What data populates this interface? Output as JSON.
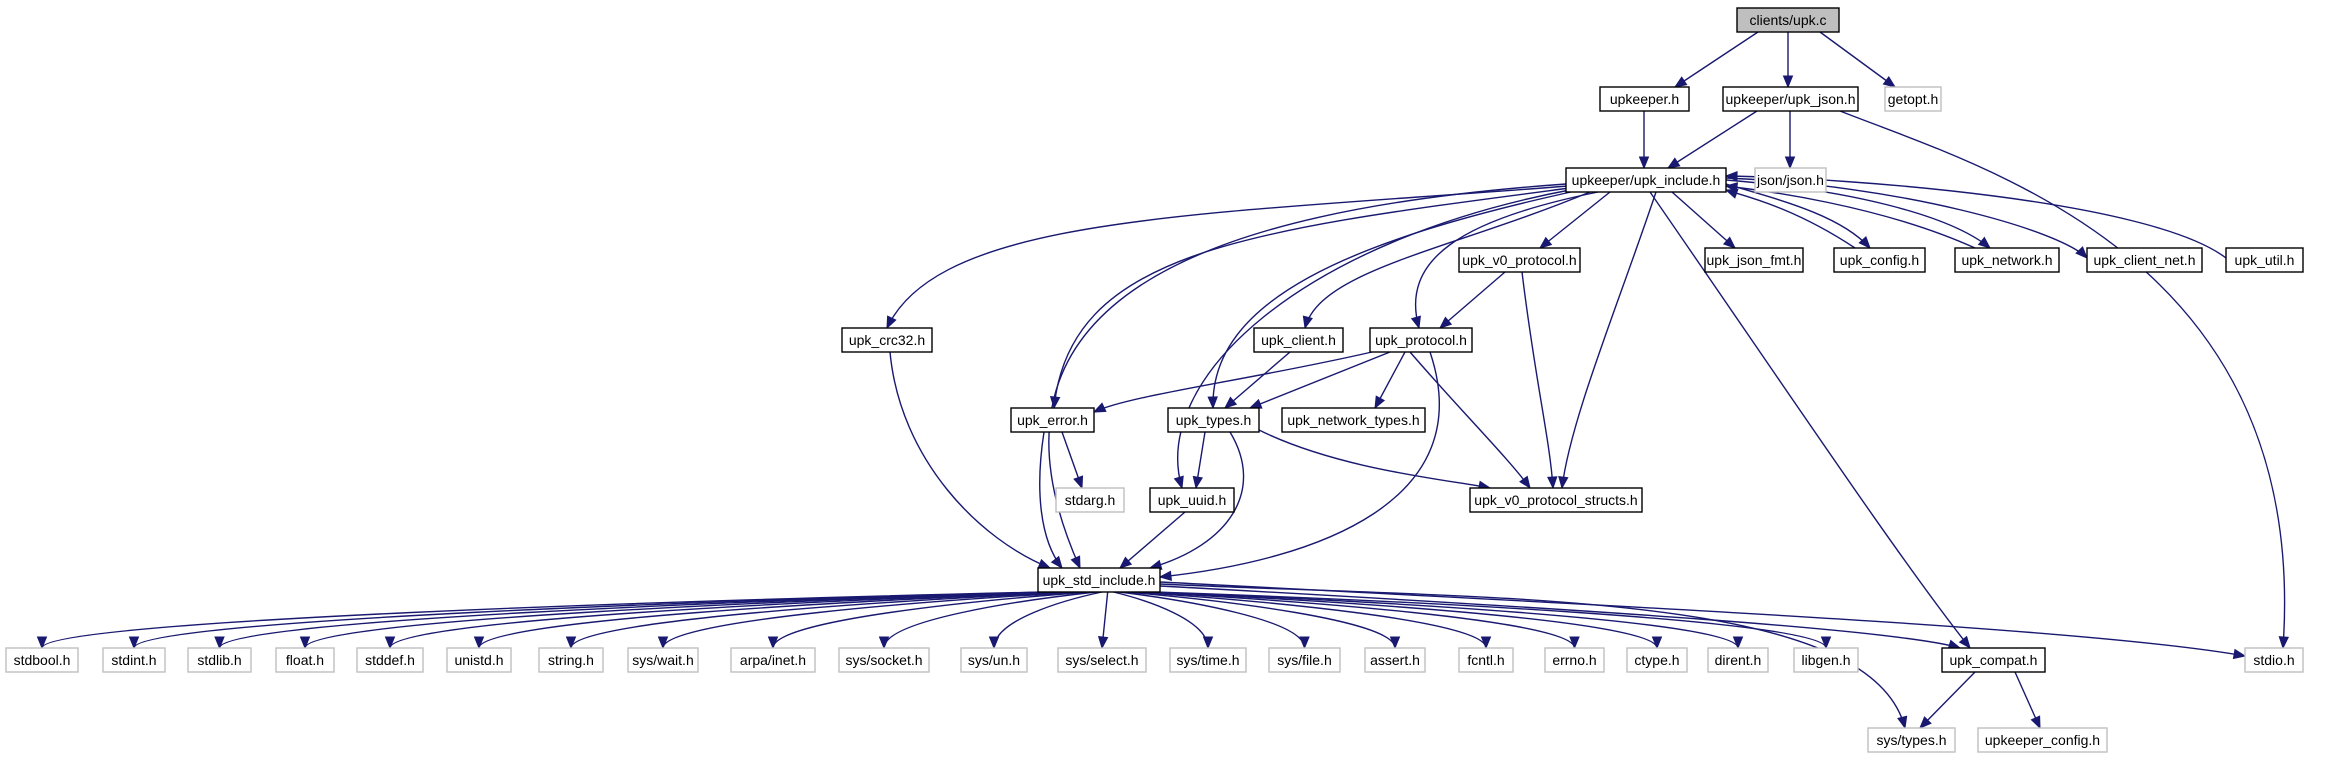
{
  "colors": {
    "edge": "#191970",
    "box_border_documented": "#000000",
    "box_border_external": "#bfbfbf",
    "root_fill": "#bfbfbf",
    "box_fill": "#ffffff",
    "text": "#000000"
  },
  "nodes": [
    {
      "id": "root",
      "label": "clients/upk.c",
      "kind": "root"
    },
    {
      "id": "upkeeper",
      "label": "upkeeper.h",
      "kind": "documented"
    },
    {
      "id": "upkjson",
      "label": "upkeeper/upk_json.h",
      "kind": "documented"
    },
    {
      "id": "getopt",
      "label": "getopt.h",
      "kind": "external"
    },
    {
      "id": "include",
      "label": "upkeeper/upk_include.h",
      "kind": "documented"
    },
    {
      "id": "jsonjson",
      "label": "json/json.h",
      "kind": "external"
    },
    {
      "id": "v0proto",
      "label": "upk_v0_protocol.h",
      "kind": "documented"
    },
    {
      "id": "jsonfmt",
      "label": "upk_json_fmt.h",
      "kind": "documented"
    },
    {
      "id": "config",
      "label": "upk_config.h",
      "kind": "documented"
    },
    {
      "id": "network",
      "label": "upk_network.h",
      "kind": "documented"
    },
    {
      "id": "clientnet",
      "label": "upk_client_net.h",
      "kind": "documented"
    },
    {
      "id": "util",
      "label": "upk_util.h",
      "kind": "documented"
    },
    {
      "id": "crc32",
      "label": "upk_crc32.h",
      "kind": "documented"
    },
    {
      "id": "client",
      "label": "upk_client.h",
      "kind": "documented"
    },
    {
      "id": "protocol",
      "label": "upk_protocol.h",
      "kind": "documented"
    },
    {
      "id": "error",
      "label": "upk_error.h",
      "kind": "documented"
    },
    {
      "id": "types",
      "label": "upk_types.h",
      "kind": "documented"
    },
    {
      "id": "nettypes",
      "label": "upk_network_types.h",
      "kind": "documented"
    },
    {
      "id": "stdarg",
      "label": "stdarg.h",
      "kind": "external"
    },
    {
      "id": "uuid",
      "label": "upk_uuid.h",
      "kind": "documented"
    },
    {
      "id": "v0structs",
      "label": "upk_v0_protocol_structs.h",
      "kind": "documented"
    },
    {
      "id": "stdinc",
      "label": "upk_std_include.h",
      "kind": "documented"
    },
    {
      "id": "stdbool",
      "label": "stdbool.h",
      "kind": "external"
    },
    {
      "id": "stdint",
      "label": "stdint.h",
      "kind": "external"
    },
    {
      "id": "stdlib",
      "label": "stdlib.h",
      "kind": "external"
    },
    {
      "id": "float",
      "label": "float.h",
      "kind": "external"
    },
    {
      "id": "stddef",
      "label": "stddef.h",
      "kind": "external"
    },
    {
      "id": "unistd",
      "label": "unistd.h",
      "kind": "external"
    },
    {
      "id": "string",
      "label": "string.h",
      "kind": "external"
    },
    {
      "id": "syswait",
      "label": "sys/wait.h",
      "kind": "external"
    },
    {
      "id": "arpainet",
      "label": "arpa/inet.h",
      "kind": "external"
    },
    {
      "id": "syssocket",
      "label": "sys/socket.h",
      "kind": "external"
    },
    {
      "id": "sysun",
      "label": "sys/un.h",
      "kind": "external"
    },
    {
      "id": "sysselect",
      "label": "sys/select.h",
      "kind": "external"
    },
    {
      "id": "systime",
      "label": "sys/time.h",
      "kind": "external"
    },
    {
      "id": "sysfile",
      "label": "sys/file.h",
      "kind": "external"
    },
    {
      "id": "assert",
      "label": "assert.h",
      "kind": "external"
    },
    {
      "id": "fcntl",
      "label": "fcntl.h",
      "kind": "external"
    },
    {
      "id": "errno",
      "label": "errno.h",
      "kind": "external"
    },
    {
      "id": "ctype",
      "label": "ctype.h",
      "kind": "external"
    },
    {
      "id": "dirent",
      "label": "dirent.h",
      "kind": "external"
    },
    {
      "id": "libgen",
      "label": "libgen.h",
      "kind": "external"
    },
    {
      "id": "compat",
      "label": "upk_compat.h",
      "kind": "documented"
    },
    {
      "id": "stdio",
      "label": "stdio.h",
      "kind": "external"
    },
    {
      "id": "systypes",
      "label": "sys/types.h",
      "kind": "external"
    },
    {
      "id": "upkconfig",
      "label": "upkeeper_config.h",
      "kind": "external"
    }
  ]
}
